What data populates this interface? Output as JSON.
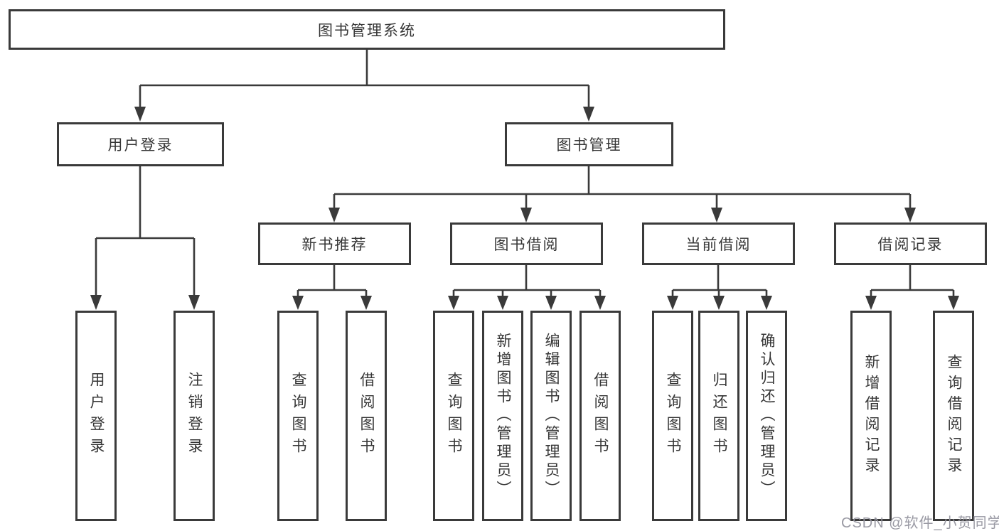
{
  "diagram": {
    "root": "图书管理系统",
    "branches": [
      {
        "label": "用户登录",
        "children": [
          "用户登录",
          "注销登录"
        ]
      },
      {
        "label": "图书管理",
        "sections": [
          {
            "label": "新书推荐",
            "children": [
              "查询图书",
              "借阅图书"
            ]
          },
          {
            "label": "图书借阅",
            "children": [
              "查询图书",
              "新增图书（管理员）",
              "编辑图书（管理员）",
              "借阅图书"
            ]
          },
          {
            "label": "当前借阅",
            "children": [
              "查询图书",
              "归还图书",
              "确认归还（管理员）"
            ]
          },
          {
            "label": "借阅记录",
            "children": [
              "新增借阅记录",
              "查询借阅记录"
            ]
          }
        ]
      }
    ]
  },
  "watermark": "CSDN @软件_小贺同学",
  "colors": {
    "line": "#3a3a3a",
    "border": "#3a3a3a",
    "text": "#363636",
    "box_bg": "#ffffff",
    "watermark": "#94949e"
  }
}
